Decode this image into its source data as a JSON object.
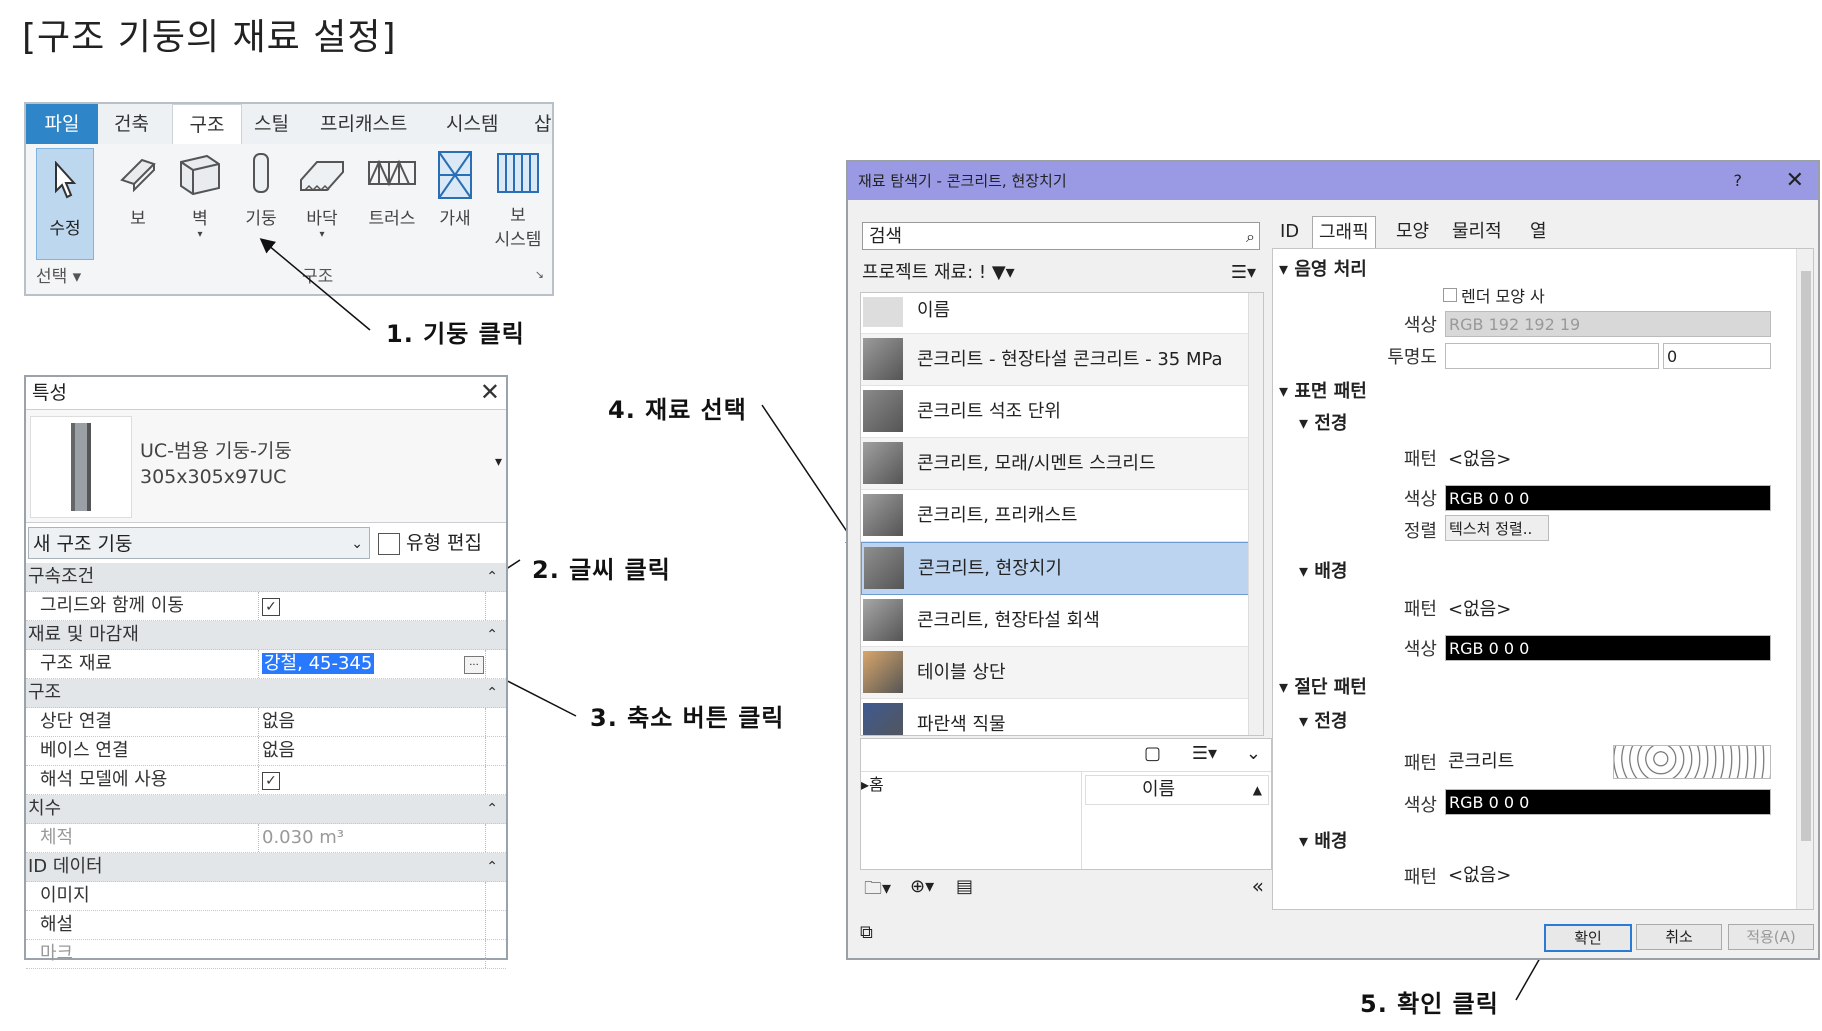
{
  "page_title": "[구조 기둥의 재료 설정]",
  "ribbon": {
    "tabs": [
      "파일",
      "건축",
      "구조",
      "스틸",
      "프리캐스트",
      "시스템",
      "삽"
    ],
    "modify_label": "수정",
    "select_label": "선택",
    "tools": [
      {
        "label": "보",
        "icon": "beam-icon"
      },
      {
        "label": "벽",
        "icon": "wall-icon"
      },
      {
        "label": "기둥",
        "icon": "column-icon"
      },
      {
        "label": "바닥",
        "icon": "floor-icon"
      },
      {
        "label": "트러스",
        "icon": "truss-icon"
      },
      {
        "label": "가새",
        "icon": "brace-icon"
      },
      {
        "label": "보\n시스템",
        "icon": "beam-system-icon"
      }
    ],
    "panel_label": "구조"
  },
  "annotations": {
    "step1": "1. 기둥 클릭",
    "step2": "2. 글씨 클릭",
    "step3": "3. 축소 버튼 클릭",
    "step4": "4. 재료 선택",
    "step5": "5. 확인 클릭"
  },
  "properties": {
    "title": "특성",
    "type_name_line1": "UC-범용 기둥-기둥",
    "type_name_line2": "305x305x97UC",
    "instance_combo": "새 구조 기둥",
    "edit_type_label": "유형 편집",
    "rows": [
      {
        "group": true,
        "name": "구속조건"
      },
      {
        "name": "그리드와 함께 이동",
        "check": true
      },
      {
        "group": true,
        "name": "재료 및 마감재"
      },
      {
        "name": "구조 재료",
        "value": "강철, 45-345",
        "selected": true
      },
      {
        "group": true,
        "name": "구조"
      },
      {
        "name": "상단 연결",
        "value": "없음"
      },
      {
        "name": "베이스 연결",
        "value": "없음"
      },
      {
        "name": "해석 모델에 사용",
        "check": true
      },
      {
        "group": true,
        "name": "치수"
      },
      {
        "name": "체적",
        "value": "0.030 m³",
        "grey": true
      },
      {
        "group": true,
        "name": "ID 데이터"
      },
      {
        "name": "이미지",
        "value": ""
      },
      {
        "name": "해설",
        "value": ""
      },
      {
        "name": "마크",
        "value": "",
        "grey": true
      }
    ]
  },
  "dialog": {
    "title": "재료 탐색기 - 콘크리트, 현장치기",
    "help": "?",
    "search_placeholder": "검색",
    "project_materials": "프로젝트 재료: ! ",
    "list_header": "이름",
    "materials": [
      "콘크리트 - 현장타설 콘크리트 - 35 MPa",
      "콘크리트 석조 단위",
      "콘크리트, 모래/시멘트 스크리드",
      "콘크리트, 프리캐스트",
      "콘크리트, 현장치기",
      "콘크리트, 현장타설 회색",
      "테이블 상단",
      "파란색 직물"
    ],
    "selected_index": 4,
    "tree_home": "홈",
    "lower_col_header": "이름",
    "tabs": [
      "ID",
      "그래픽",
      "모양",
      "물리적",
      "열"
    ],
    "active_tab": "그래픽",
    "shading": {
      "section": "음영 처리",
      "render_label": "렌더 모양 사",
      "color_label": "색상",
      "color_value": "RGB 192 192 19",
      "transparency_label": "투명도",
      "transparency_value": "0"
    },
    "surface_pattern": {
      "section": "표면 패턴",
      "fg_label": "전경",
      "fg_pattern_label": "패턴",
      "fg_pattern_value": "<없음>",
      "fg_color_label": "색상",
      "fg_color_value": "RGB 0 0 0",
      "align_label": "정렬",
      "align_value": "텍스처 정렬..",
      "bg_label": "배경",
      "bg_pattern_label": "패턴",
      "bg_pattern_value": "<없음>",
      "bg_color_label": "색상",
      "bg_color_value": "RGB 0 0 0"
    },
    "cut_pattern": {
      "section": "절단 패턴",
      "fg_label": "전경",
      "fg_pattern_label": "패턴",
      "fg_pattern_value": "콘크리트",
      "fg_color_label": "색상",
      "fg_color_value": "RGB 0 0 0",
      "bg_label": "배경",
      "bg_pattern_label": "패턴",
      "bg_pattern_value": "<없음>"
    },
    "buttons": {
      "ok": "확인",
      "cancel": "취소",
      "apply": "적용(A)"
    }
  }
}
